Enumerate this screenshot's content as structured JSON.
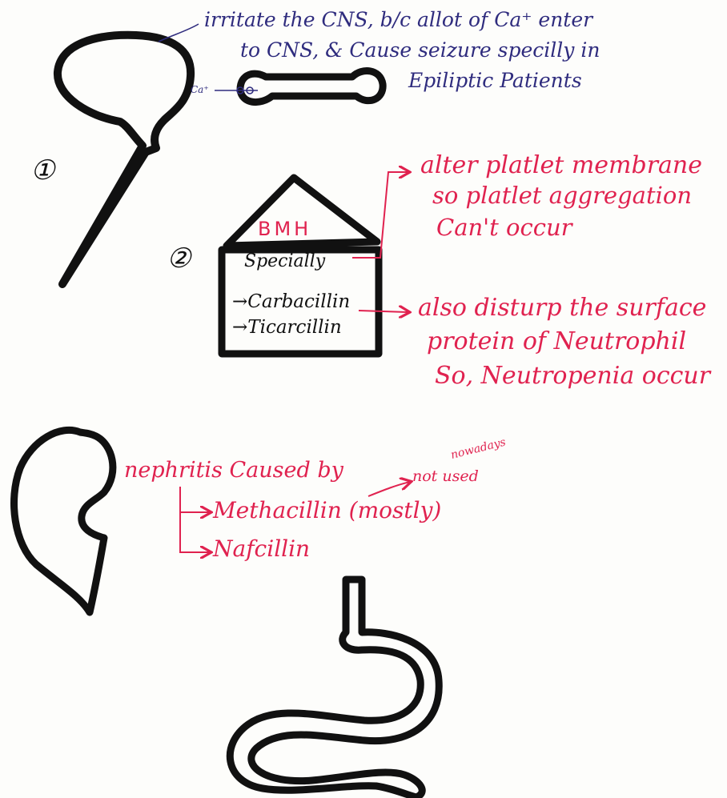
{
  "colors": {
    "ink_black": "#111111",
    "ink_blue": "#2f2c7e",
    "ink_red": "#e0224f",
    "paper": "#fdfdfb"
  },
  "section1": {
    "number": "①",
    "note_line1": "irritate the CNS, b/c allot of Ca⁺ enter",
    "note_line2": "to CNS, & Cause seizure specilly in",
    "note_line3": "Epiliptic Patients",
    "ion_label": "Ca⁺"
  },
  "section2": {
    "number": "②",
    "roof_label": "BMH",
    "box_line1": "Specially",
    "box_line2": "→Carbacillin",
    "box_line3": "→Ticarcillin",
    "note_a_line1": "alter platlet membrane",
    "note_a_line2": "so platlet aggregation",
    "note_a_line3": "Can't occur",
    "note_b_line1": "also disturp the surface",
    "note_b_line2": "protein of Neutrophil",
    "note_b_line3": "So, Neutropenia occur"
  },
  "section3": {
    "heading": "nephritis Caused by",
    "drug1": "Methacillin (mostly)",
    "drug2": "Nafcillin",
    "side_note1": "not used",
    "side_note2": "nowadays"
  }
}
